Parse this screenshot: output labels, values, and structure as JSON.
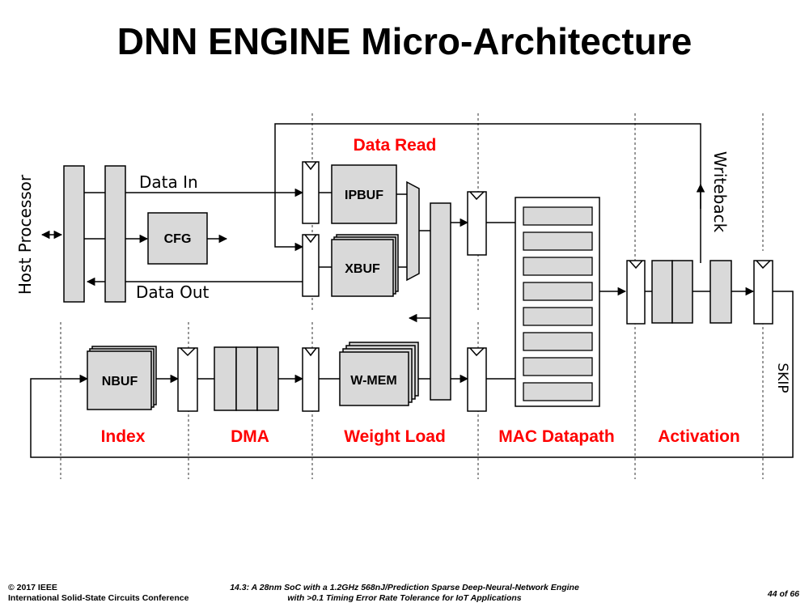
{
  "slide": {
    "title": "DNN ENGINE Micro-Architecture"
  },
  "diagram": {
    "blocks": {
      "cfg": "CFG",
      "ipbuf": "IPBUF",
      "xbuf": "XBUF",
      "nbuf": "NBUF",
      "wmem": "W-MEM"
    },
    "signals": {
      "data_in": "Data In",
      "data_out": "Data Out",
      "host_processor": "Host Processor",
      "writeback": "Writeback",
      "skip": "SKIP"
    },
    "stages": {
      "data_read": "Data Read",
      "index": "Index",
      "dma": "DMA",
      "weight_load": "Weight Load",
      "mac_datapath": "MAC Datapath",
      "activation": "Activation"
    },
    "colors": {
      "block_fill": "#d9d9d9",
      "stage_label": "#ff0000",
      "line": "#000000"
    }
  },
  "footer": {
    "left_line1": "© 2017 IEEE",
    "left_line2": "International Solid-State Circuits Conference",
    "center_line1": "14.3: A 28nm SoC with a 1.2GHz 568nJ/Prediction Sparse Deep-Neural-Network Engine",
    "center_line2": "with >0.1 Timing Error Rate Tolerance for IoT Applications",
    "page": "44 of 66"
  }
}
